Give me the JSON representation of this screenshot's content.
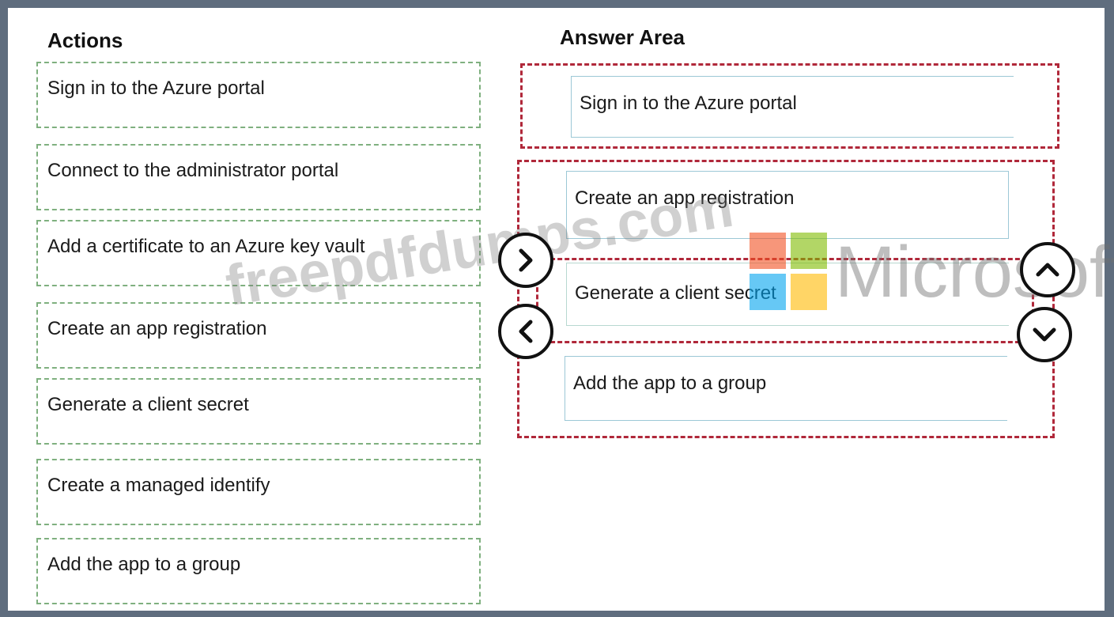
{
  "actions": {
    "heading": "Actions",
    "items": [
      {
        "label": "Sign in to the Azure portal"
      },
      {
        "label": "Connect to the administrator portal"
      },
      {
        "label": "Add a certificate to an Azure key vault"
      },
      {
        "label": "Create an app registration"
      },
      {
        "label": "Generate a client secret"
      },
      {
        "label": "Create a managed identify"
      },
      {
        "label": "Add the app to a group"
      }
    ]
  },
  "answer_area": {
    "heading": "Answer Area",
    "items": [
      {
        "label": "Sign in to the Azure portal"
      },
      {
        "label": "Create an app registration"
      },
      {
        "label": "Generate a client secret"
      },
      {
        "label": "Add the app to a group"
      }
    ]
  },
  "controls": {
    "move_right_icon": "chevron-right-icon",
    "move_left_icon": "chevron-left-icon",
    "move_up_icon": "chevron-up-icon",
    "move_down_icon": "chevron-down-icon"
  },
  "watermark": {
    "left_text": "freepdfdumps.com",
    "right_text": "Microsoft",
    "logo_colors": [
      "#f25022",
      "#7fba00",
      "#00a4ef",
      "#ffb900"
    ]
  }
}
